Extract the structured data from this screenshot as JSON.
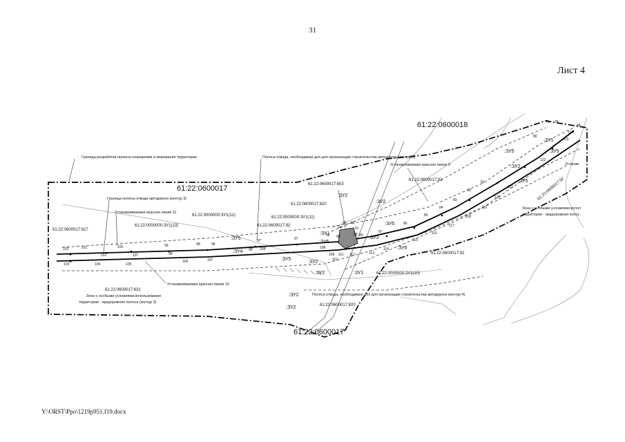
{
  "page": {
    "number": "31",
    "sheet": "Лист 4",
    "footer": "Y:\\ORST\\Ppo\\1219p951.f19.docx"
  },
  "map": {
    "big_labels": {
      "north": "61:22:0600018",
      "west": "61:22:0600017",
      "south": "61:22:0600017"
    },
    "annotations": {
      "boundary_planning": "Граница разработки проекта планировки и межевания территории",
      "strip_purpose_top": "Полоса отвода, необходимая для для организации строительства автодороги (контур 3)",
      "strip_boundary": "Граница полосы отвода автодороги (контур 3)",
      "red_line_11": "Устанавливаемая красная линия 11",
      "red_line_9": "Устанавливаемая красная линия 9",
      "red_line_10": "Устанавливаемая красная линия 10",
      "zone_special_1": "Зона с особыми условиями использования",
      "zone_special_2": "территории - придорожная полоса (контур 3)",
      "zone_special_e1": "Зона с особыми условиями испол",
      "zone_special_e2": "территории - придорожная полос",
      "strip_purpose_bottom": "Полоса отвода, необходимая для для организации строительства автодороги (контур 4)",
      "red_line_e": "Устанав"
    },
    "cadastral": {
      "c627": "61:22:0600017:627",
      "c603": "61:22:0600017:603",
      "c620": "61:22:0600017:620",
      "c92a": "61:22:0600017:92",
      "c92b": "61:22:0600017:92",
      "c92c": "61:22:0600017:92",
      "c632": "61:22:0600017:632",
      "c820": "61:22:0600017:820",
      "c5792": "61:22:0600017:92",
      "zu1_12": "61:22:0000000:ЗУ1(12)",
      "zu1_13": "61:22:0000000:ЗУ1(13)",
      "zu1_11": "61:22:0000000:ЗУ1(11)",
      "zu1_10": "61:22:0000000:ЗУ1(10)"
    },
    "zones": {
      "z1": ":ЗУ5",
      "z2": ":ЗУ4",
      "z3": ":ЗУ5",
      "z4": ":ЗУ2",
      "z5": ":ЗУ2",
      "z6": ":ЗУ1",
      "z7": ":ЗУ2",
      "z8": ":ЗУ2",
      "z9": ":ЗУ1",
      "z10": ":ЗУ3",
      "z11": ":ЗУ5",
      "z12": ":ЗУ5",
      "z13": ":ЗУ5",
      "z14": ":ЗУ2",
      "z15": ":ЗУ5",
      "z16": ":ЗУ1",
      "z17": ":ЗУ5",
      "z18": ":ЗУ5",
      "z19": ":ЗУ2",
      "z20": ":ЗУ2"
    },
    "points": {
      "p102": "102",
      "p103": "103",
      "p101": "101",
      "p101b": "101'",
      "p104": "104",
      "p100": "100",
      "p105": "105",
      "p99": "99",
      "p99b": "99'",
      "p106": "106",
      "p98": "98",
      "p98b": "98'",
      "p107": "107",
      "p97b": "97'",
      "p97": "97",
      "p108b": "108'",
      "p96": "96",
      "p108": "108",
      "p109": "109",
      "p110": "110",
      "p111": "111",
      "p112": "112",
      "p93": "93",
      "p92": "92",
      "p94": "94",
      "p91": "91",
      "p95": "95",
      "p89": "89",
      "p113": "113",
      "p88": "88",
      "p114": "114",
      "p87": "87",
      "p115": "115",
      "p86": "86",
      "p116": "116",
      "p85": "85",
      "p117": "117",
      "p84": "84",
      "p118": "118",
      "p83": "83",
      "p119": "119",
      "p82": "82",
      "p120": "120",
      "p81": "81",
      "p121": "121",
      "p80": "80",
      "p122": "122",
      "p123": "123",
      "p79": "79",
      "p78": "78",
      "p124": "124",
      "p48": "48",
      "p86b": "86",
      "p80b": "80"
    }
  }
}
